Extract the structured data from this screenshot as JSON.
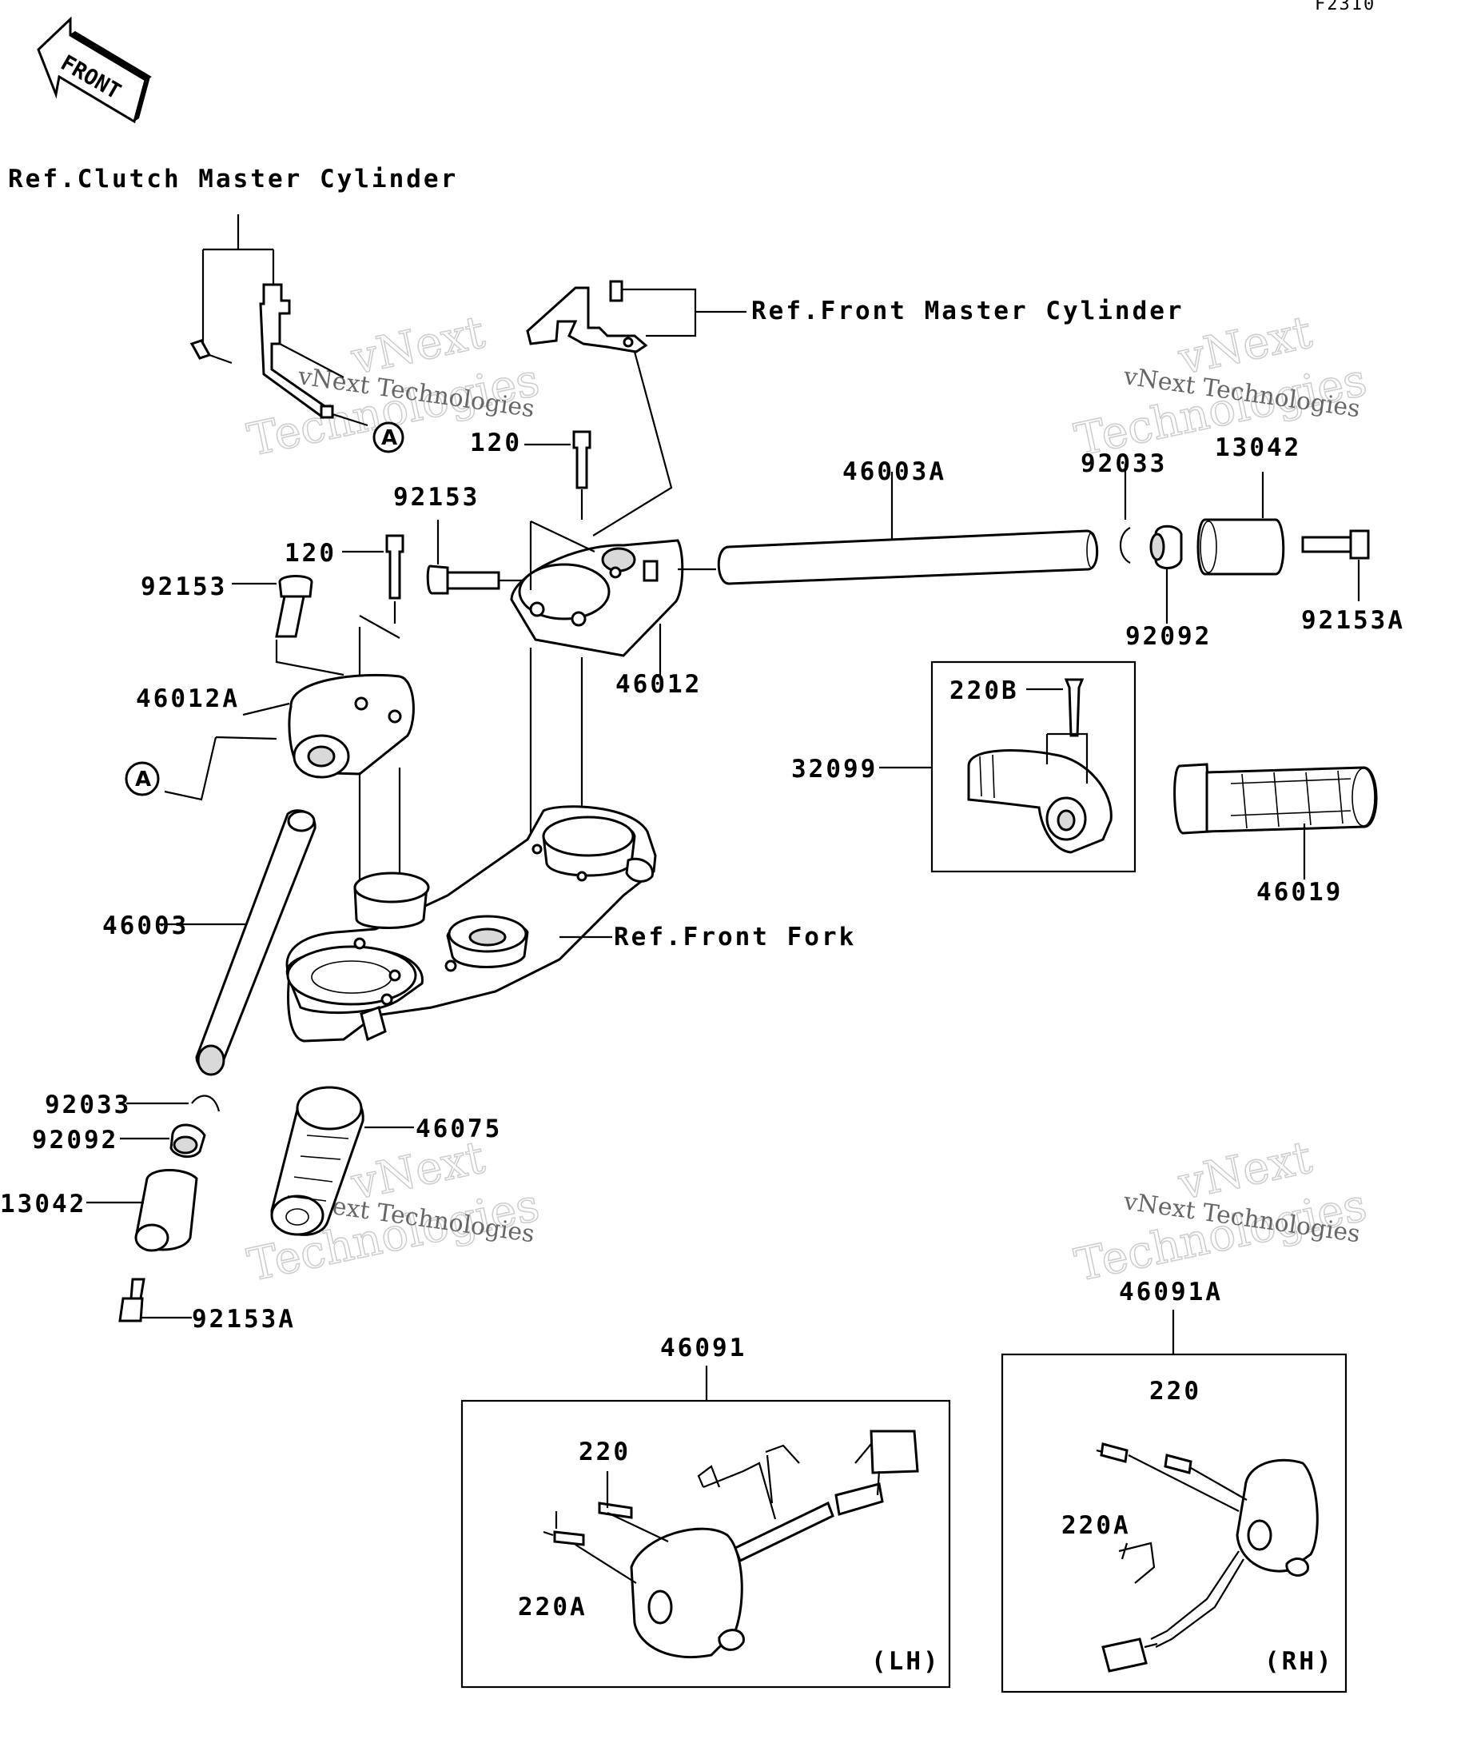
{
  "figure_code": "F2310",
  "front_badge": "FRONT",
  "watermark": {
    "line1": "vNext Technologies",
    "line2": "vNext",
    "line3": "Technologies"
  },
  "refs": {
    "clutch": "Ref.Clutch Master Cylinder",
    "front_master": "Ref.Front Master Cylinder",
    "front_fork": "Ref.Front Fork"
  },
  "connector_marks": [
    "A",
    "A"
  ],
  "labels": {
    "p120_top": "120",
    "p120_left": "120",
    "p92153_top": "92153",
    "p92153_left": "92153",
    "p46003A": "46003A",
    "p92033_right": "92033",
    "p13042_right": "13042",
    "p92092_right": "92092",
    "p92153A_right": "92153A",
    "p46012": "46012",
    "p46012A": "46012A",
    "p220B": "220B",
    "p32099": "32099",
    "p46019": "46019",
    "p46003": "46003",
    "p92033_left": "92033",
    "p92092_left": "92092",
    "p13042_left": "13042",
    "p92153A_left": "92153A",
    "p46075": "46075",
    "p46091": "46091",
    "p46091A": "46091A",
    "p220_lh": "220",
    "p220A_lh": "220A",
    "p220_rh": "220",
    "p220A_rh": "220A",
    "lh": "(LH)",
    "rh": "(RH)"
  }
}
